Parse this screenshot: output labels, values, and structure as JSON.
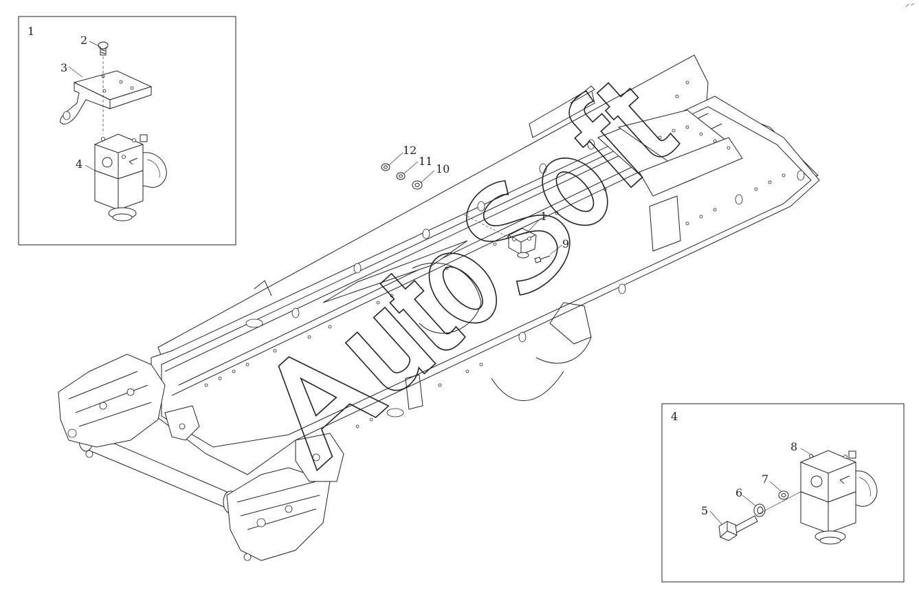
{
  "diagram": {
    "callouts": {
      "main_1": "1",
      "main_9": "9",
      "main_10": "10",
      "main_11": "11",
      "main_12": "12"
    },
    "inset_top_left": {
      "label": "1",
      "callouts": {
        "c2": "2",
        "c3": "3",
        "c4": "4"
      }
    },
    "inset_bottom_right": {
      "label": "4",
      "callouts": {
        "c5": "5",
        "c6": "6",
        "c7": "7",
        "c8": "8"
      }
    },
    "watermark_text": "AutoSoft"
  },
  "icons": {
    "frame": "truck-chassis-frame",
    "valve": "solenoid-valve",
    "bracket": "mounting-bracket",
    "bolt": "hex-bolt",
    "nut": "nut",
    "washer": "washer"
  }
}
